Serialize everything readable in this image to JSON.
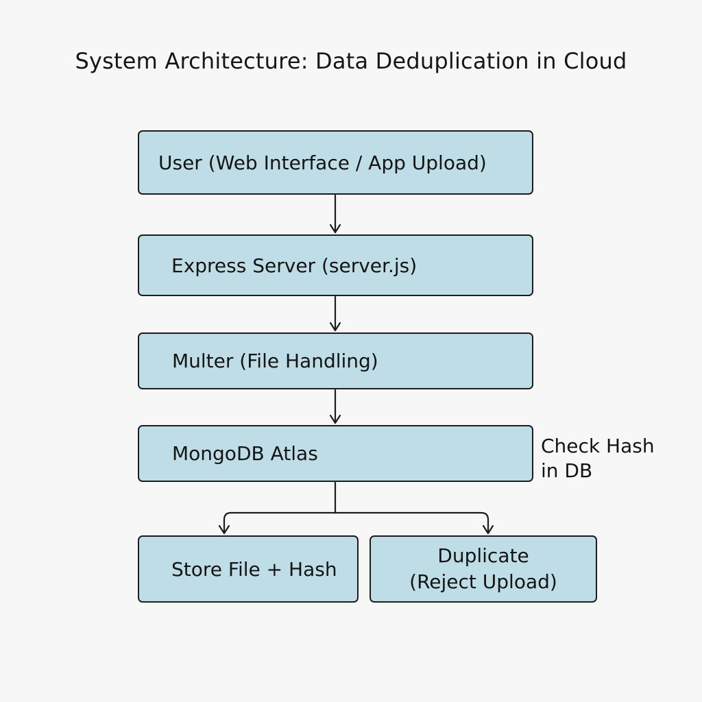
{
  "title": "System Architecture: Data Deduplication in Cloud",
  "nodes": {
    "user": "User (Web Interface / App Upload)",
    "express": "Express Server (server.js)",
    "multer": "Multer (File Handling)",
    "mongodb": "MongoDB Atlas",
    "store": "Store File + Hash",
    "duplicate_line1": "Duplicate",
    "duplicate_line2": "(Reject Upload)"
  },
  "annotation": {
    "line1": "Check Hash",
    "line2": "in DB"
  },
  "colors": {
    "box_fill": "#bfdde6",
    "stroke": "#1c1c1c",
    "background": "#f7f7f7"
  }
}
